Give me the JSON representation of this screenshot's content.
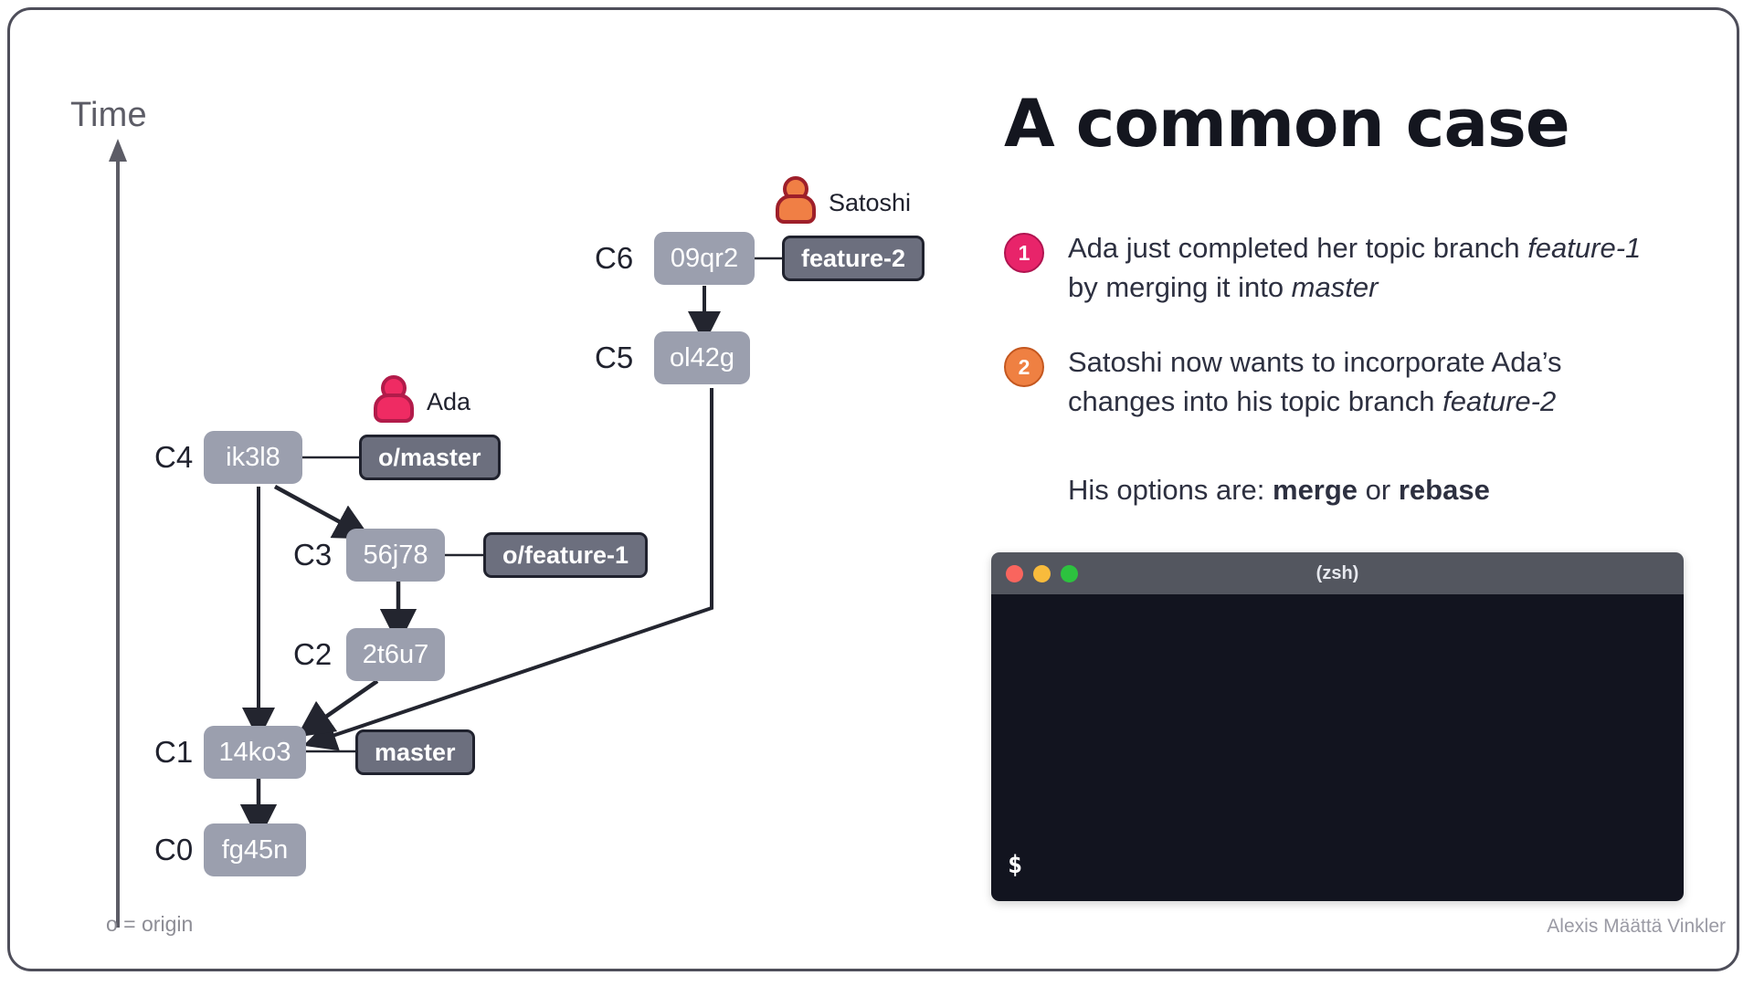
{
  "slide": {
    "time_axis_label": "Time",
    "origin_note": "o = origin",
    "attribution": "Alexis Määttä Vinkler"
  },
  "graph": {
    "commits": [
      {
        "id": "C6",
        "hash": "09qr2"
      },
      {
        "id": "C5",
        "hash": "ol42g"
      },
      {
        "id": "C4",
        "hash": "ik3l8"
      },
      {
        "id": "C3",
        "hash": "56j78"
      },
      {
        "id": "C2",
        "hash": "2t6u7"
      },
      {
        "id": "C1",
        "hash": "14ko3"
      },
      {
        "id": "C0",
        "hash": "fg45n"
      }
    ],
    "branches": [
      {
        "name": "feature-2",
        "at": "C6"
      },
      {
        "name": "o/master",
        "at": "C4"
      },
      {
        "name": "o/feature-1",
        "at": "C3"
      },
      {
        "name": "master",
        "at": "C1"
      }
    ],
    "people": [
      {
        "name": "Satoshi",
        "color": "#f07f45",
        "outline": "#9e1f2a"
      },
      {
        "name": "Ada",
        "color": "#ef2b63",
        "outline": "#b21b4a"
      }
    ]
  },
  "panel": {
    "headline": "A common case",
    "bullets": [
      {
        "number": "1",
        "color": "#e8246a",
        "outline": "#b01450",
        "text_parts": [
          {
            "t": "Ada just completed her topic branch ",
            "style": "normal"
          },
          {
            "t": "feature-1",
            "style": "italic"
          },
          {
            "t": " by merging it into ",
            "style": "normal"
          },
          {
            "t": "master",
            "style": "italic"
          }
        ]
      },
      {
        "number": "2",
        "color": "#ef8042",
        "outline": "#c4571f",
        "text_parts": [
          {
            "t": "Satoshi now wants to incorporate Ada’s changes into his topic branch ",
            "style": "normal"
          },
          {
            "t": "feature-2",
            "style": "italic"
          }
        ]
      }
    ],
    "options": {
      "prefix": "His options are: ",
      "option_a": "merge",
      "separator": " or ",
      "option_b": "rebase"
    }
  },
  "terminal": {
    "title": "(zsh)",
    "prompt": "$",
    "dots": [
      {
        "name": "close",
        "color": "#f9655e"
      },
      {
        "name": "minimize",
        "color": "#f8bb3c"
      },
      {
        "name": "zoom",
        "color": "#2dc23f"
      }
    ]
  }
}
